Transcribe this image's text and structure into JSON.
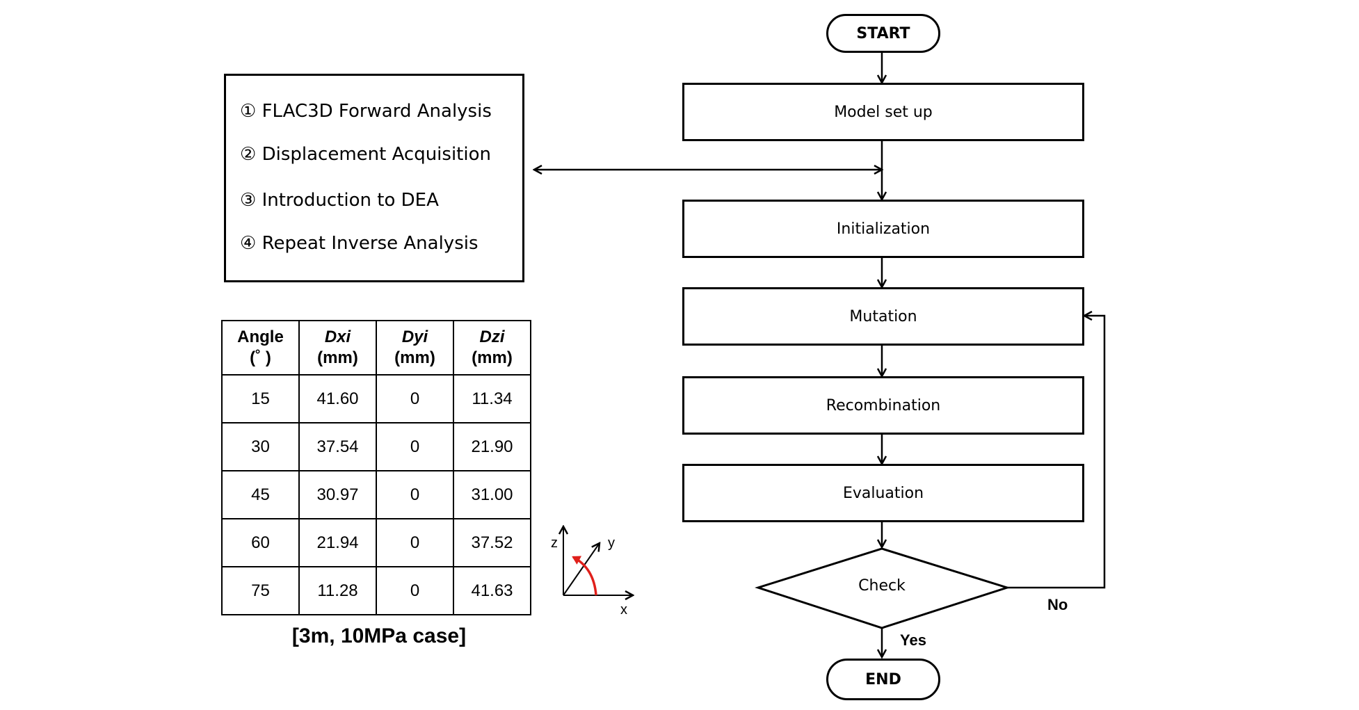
{
  "steps": [
    "① FLAC3D Forward Analysis",
    "② Displacement Acquisition",
    "③ Introduction to DEA",
    "④ Repeat Inverse Analysis"
  ],
  "table": {
    "headers": [
      {
        "line1": "Angle",
        "line2": "(˚ )"
      },
      {
        "line1": "Dxi",
        "line2": "(mm)"
      },
      {
        "line1": "Dyi",
        "line2": "(mm)"
      },
      {
        "line1": "Dzi",
        "line2": "(mm)"
      }
    ],
    "rows": [
      [
        "15",
        "41.60",
        "0",
        "11.34"
      ],
      [
        "30",
        "37.54",
        "0",
        "21.90"
      ],
      [
        "45",
        "30.97",
        "0",
        "31.00"
      ],
      [
        "60",
        "21.94",
        "0",
        "37.52"
      ],
      [
        "75",
        "11.28",
        "0",
        "41.63"
      ]
    ]
  },
  "caption": "[3m, 10MPa case]",
  "axes": {
    "z": "z",
    "y": "y",
    "x": "x",
    "arc_color": "#e0201b"
  },
  "flow": {
    "start": "START",
    "model": "Model set up",
    "init": "Initialization",
    "mutation": "Mutation",
    "recomb": "Recombination",
    "eval": "Evaluation",
    "check": "Check",
    "no": "No",
    "yes": "Yes",
    "end": "END"
  }
}
